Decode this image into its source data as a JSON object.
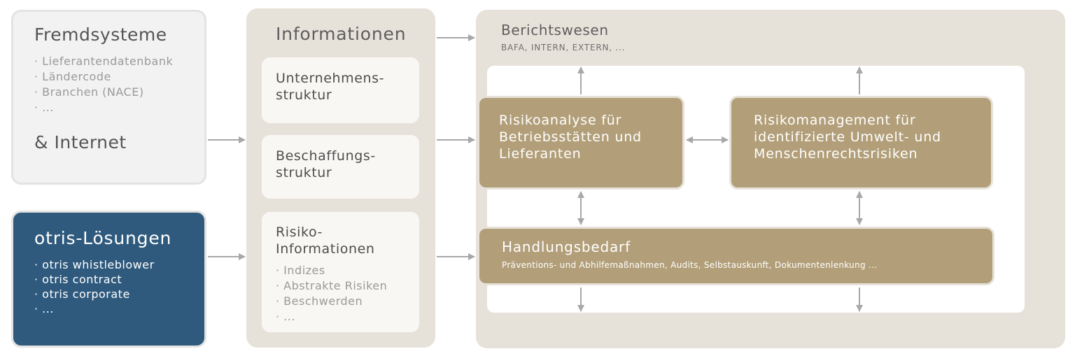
{
  "external": {
    "title": "Fremdsysteme",
    "items": [
      "· Lieferantendatenbank",
      "· Ländercode",
      "· Branchen (NACE)",
      "· ..."
    ],
    "internet": "& Internet"
  },
  "otris": {
    "title": "otris-Lösungen",
    "items": [
      "· otris whistleblower",
      "· otris contract",
      "· otris corporate",
      "· ..."
    ]
  },
  "info": {
    "title": "Informationen",
    "cards": [
      {
        "line1": "Unternehmens-",
        "line2": "struktur"
      },
      {
        "line1": "Beschaffungs-",
        "line2": "struktur"
      },
      {
        "line1": "Risiko-",
        "line2": "Informationen",
        "items": [
          "· Indizes",
          "· Abstrakte Risiken",
          "· Beschwerden",
          "· ..."
        ]
      }
    ]
  },
  "report": {
    "title": "Berichtswesen",
    "subtitle": "BAFA, INTERN, EXTERN, ..."
  },
  "risk_analysis": {
    "lines": [
      "Risikoanalyse für",
      "Betriebsstätten und",
      "Lieferanten"
    ]
  },
  "risk_management": {
    "lines": [
      "Risikomanagement für",
      "identifizierte Umwelt- und",
      "Menschenrechtsrisiken"
    ]
  },
  "action": {
    "title": "Handlungsbedarf",
    "subtitle": "Präventions- und Abhilfemaßnahmen, Audits, Selbstauskunft, Dokumentenlenkung ..."
  },
  "colors": {
    "navy": "#2f5a7d",
    "brown": "#b29f79",
    "beige": "#e7e2d9",
    "arrow": "#a8a8a8"
  }
}
